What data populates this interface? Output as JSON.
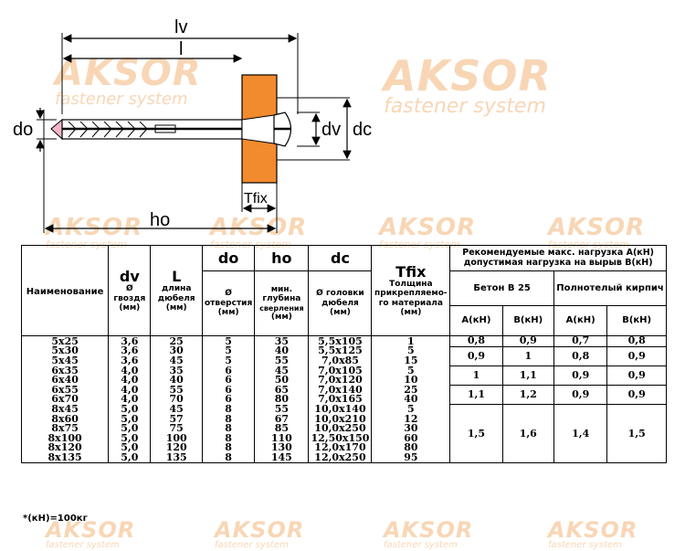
{
  "watermark": {
    "brand": "AKSOR",
    "tagline": "fastener system"
  },
  "drawing": {
    "labels": {
      "lv": "lv",
      "l": "l",
      "do": "do",
      "dv": "dv",
      "dc": "dc",
      "tfix": "Tfix",
      "ho": "ho"
    },
    "colors": {
      "collar": "#f28a2e",
      "tip": "#f7b6c8",
      "line": "#000000"
    }
  },
  "table": {
    "headers": {
      "name": "Наименование",
      "dv": "dv",
      "dv_sub": "Ø гвоздя (мм)",
      "l": "L",
      "l_sub": "длина дюбеля (мм)",
      "do": "do",
      "do_sub": "Ø отверстия (мм)",
      "ho": "ho",
      "ho_sub": "мин. глубина",
      "ho_sub2": "сверления",
      "ho_sub3": "(мм)",
      "dc": "dc",
      "dc_sub": "Ø головки дюбеля (мм)",
      "tfix": "Tfix",
      "tfix_sub": "Толщина прикрепляемо-го материала (мм)",
      "load_line1": "Рекомендуемые макс. нагрузка  А(кН)",
      "load_line2": "допустимая нагрузка на вырыв  В(кН)",
      "concrete": "Бетон В 25",
      "brick": "Полнотелый кирпич",
      "a": "А(кН)",
      "b": "В(кН)"
    },
    "rows": [
      [
        "5x25",
        "3,6",
        "25",
        "5",
        "35",
        "5,5x105",
        "1"
      ],
      [
        "5x30",
        "3,6",
        "30",
        "5",
        "40",
        "5,5x125",
        "5"
      ],
      [
        "5x45",
        "3,6",
        "45",
        "5",
        "55",
        "7,0x85",
        "15"
      ],
      [
        "6x35",
        "4,0",
        "35",
        "6",
        "45",
        "7,0x105",
        "5"
      ],
      [
        "6x40",
        "4,0",
        "40",
        "6",
        "50",
        "7,0x120",
        "10"
      ],
      [
        "6x55",
        "4,0",
        "55",
        "6",
        "65",
        "7,0x140",
        "25"
      ],
      [
        "6x70",
        "4,0",
        "70",
        "6",
        "80",
        "7,0x165",
        "40"
      ],
      [
        "8x45",
        "5,0",
        "45",
        "8",
        "55",
        "10,0x140",
        "5"
      ],
      [
        "8x60",
        "5,0",
        "57",
        "8",
        "67",
        "10,0x210",
        "12"
      ],
      [
        "8x75",
        "5,0",
        "75",
        "8",
        "85",
        "10,0x250",
        "30"
      ],
      [
        "8x100",
        "5,0",
        "100",
        "8",
        "110",
        "12,50x150",
        "60"
      ],
      [
        "8x120",
        "5,0",
        "120",
        "8",
        "130",
        "12,0x170",
        "80"
      ],
      [
        "8x135",
        "5,0",
        "135",
        "8",
        "145",
        "12,0x250",
        "95"
      ]
    ],
    "loads": [
      {
        "rows": 1,
        "ca": "0,8",
        "cb": "0,9",
        "ba": "0,7",
        "bb": "0,8"
      },
      {
        "rows": 2,
        "ca": "0,9",
        "cb": "1",
        "ba": "0,8",
        "bb": "0,9"
      },
      {
        "rows": 2,
        "ca": "1",
        "cb": "1,1",
        "ba": "0,9",
        "bb": "0,9"
      },
      {
        "rows": 2,
        "ca": "1,1",
        "cb": "1,2",
        "ba": "0,9",
        "bb": "0,9"
      },
      {
        "rows": 6,
        "ca": "1,5",
        "cb": "1,6",
        "ba": "1,4",
        "bb": "1,5"
      }
    ]
  },
  "footnote": "*(кН)=100кг"
}
